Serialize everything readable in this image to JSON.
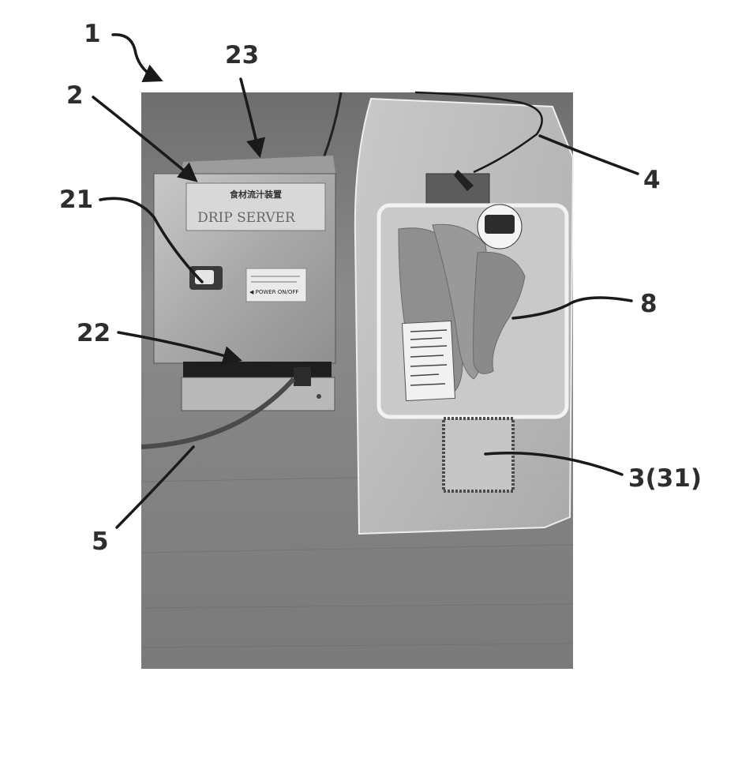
{
  "figure": {
    "photo": {
      "device_label_jp": "食材流汁装置",
      "device_label_en": "DRIP SERVER",
      "device_sticker_line1": "",
      "device_sticker_line2": "",
      "device_sticker_button": "◀ POWER ON/OFF",
      "package_sticker": "",
      "price_sticker": ""
    },
    "labels": {
      "l1": "1",
      "l2": "2",
      "l23": "23",
      "l21": "21",
      "l22": "22",
      "l4": "4",
      "l8": "8",
      "l3": "3(31)",
      "l5": "5"
    }
  }
}
